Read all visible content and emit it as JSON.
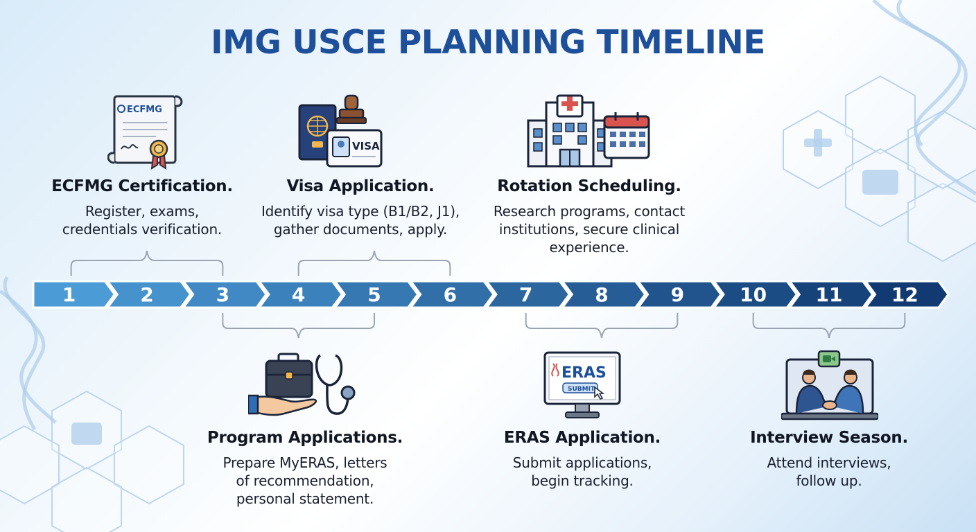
{
  "title": "IMG USCE PLANNING TIMELINE",
  "months": [
    "1",
    "2",
    "3",
    "4",
    "5",
    "6",
    "7",
    "8",
    "9",
    "10",
    "11",
    "12"
  ],
  "top_steps": [
    {
      "title": "ECFMG Certification.",
      "text": "Register, exams,\ncredentials verification.",
      "icon": "certificate-icon",
      "icon_label": "ECFMG",
      "span": [
        1,
        3
      ]
    },
    {
      "title": "Visa Application.",
      "text": "Identify visa type (B1/B2, J1),\ngather documents, apply.",
      "icon": "passport-visa-icon",
      "icon_label": "VISA",
      "span": [
        4,
        6
      ]
    },
    {
      "title": "Rotation Scheduling.",
      "text": "Research programs, contact\ninstitutions, secure clinical\nexperience.",
      "icon": "hospital-calendar-icon"
    }
  ],
  "bottom_steps": [
    {
      "title": "Program Applications.",
      "text": "Prepare MyERAS, letters\nof recommendation,\npersonal statement.",
      "icon": "briefcase-stethoscope-icon",
      "span": [
        3,
        5
      ]
    },
    {
      "title": "ERAS Application.",
      "text": "Submit applications,\nbegin tracking.",
      "icon": "eras-monitor-icon",
      "icon_label": "ERAS",
      "icon_button": "SUBMIT",
      "span": [
        7,
        9
      ]
    },
    {
      "title": "Interview Season.",
      "text": "Attend interviews,\nfollow up.",
      "icon": "video-interview-icon",
      "span": [
        10,
        12
      ]
    }
  ],
  "colors": {
    "title": "#1d4f9a",
    "arrow_light": "#4a9bd6",
    "arrow_dark": "#123a72",
    "bracket": "#9aa4b1"
  }
}
